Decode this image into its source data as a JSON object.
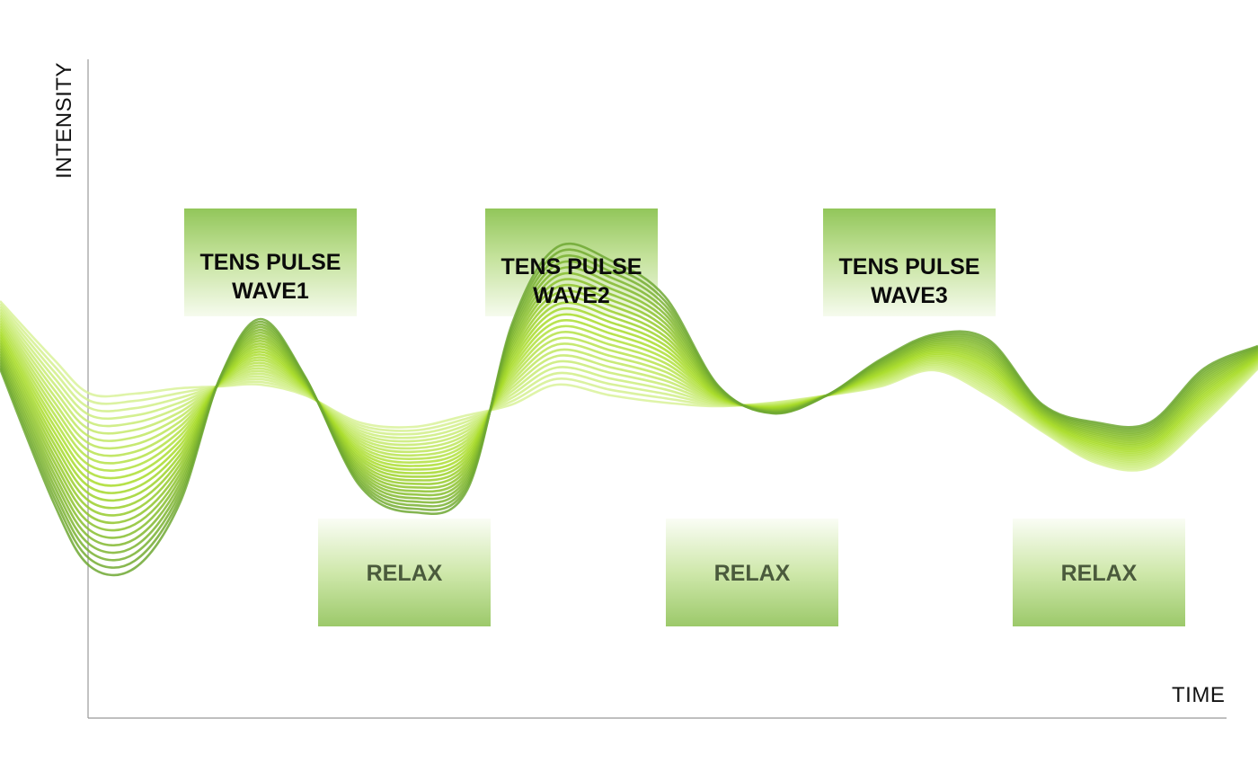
{
  "axes": {
    "y_label": "INTENSITY",
    "x_label": "TIME"
  },
  "boxes": {
    "pulse1": "TENS PULSE\nWAVE1",
    "pulse2": "TENS PULSE\nWAVE2",
    "pulse3": "TENS PULSE\nWAVE3",
    "relax1": "RELAX",
    "relax2": "RELAX",
    "relax3": "RELAX"
  },
  "colors": {
    "wave_light": "#d9f29a",
    "wave_mid": "#a9dc2a",
    "wave_dark": "#6fa832",
    "axis": "#999999",
    "pulse_box_top": "#92c65a",
    "relax_box_bottom": "#9cc96a"
  }
}
